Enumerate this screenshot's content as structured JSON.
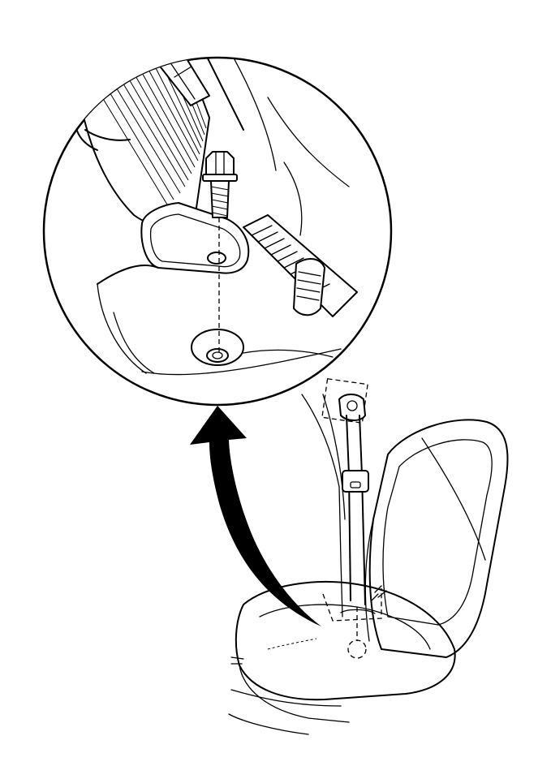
{
  "figure": {
    "parts": [
      "detail-magnifier-circle",
      "seat-belt-webbing",
      "anchor-plate",
      "anchor-bolt",
      "floor-mount-hole",
      "callout-arrow",
      "seat",
      "seat-belt-retractor",
      "floor-anchor-location"
    ]
  }
}
